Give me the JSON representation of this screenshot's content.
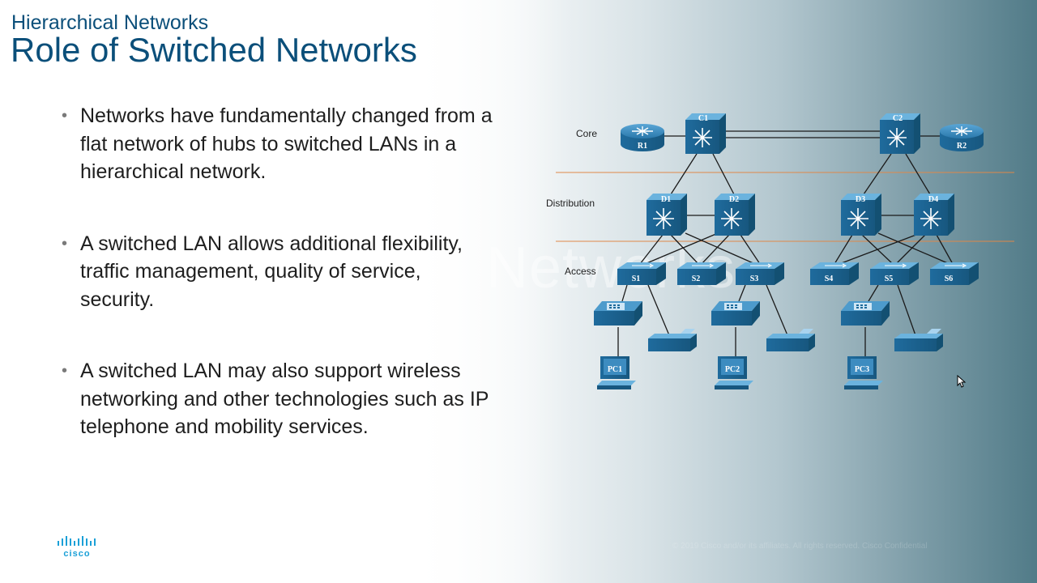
{
  "header": {
    "subtitle": "Hierarchical Networks",
    "title": "Role of Switched Networks"
  },
  "bullets": [
    "Networks have fundamentally changed from a flat network of hubs to switched LANs in a hierarchical network.",
    "A switched LAN allows additional flexibility, traffic management, quality of service, security.",
    "A switched LAN may also support wireless networking and other technologies such as IP telephone and mobility services."
  ],
  "diagram": {
    "layers": {
      "core": "Core",
      "distribution": "Distribution",
      "access": "Access"
    },
    "routers": [
      "R1",
      "R2"
    ],
    "core_switches": [
      "C1",
      "C2"
    ],
    "distribution_switches": [
      "D1",
      "D2",
      "D3",
      "D4"
    ],
    "access_switches": [
      "S1",
      "S2",
      "S3",
      "S4",
      "S5",
      "S6"
    ],
    "pcs": [
      "PC1",
      "PC2",
      "PC3"
    ]
  },
  "watermark": "Networks",
  "footer": "© 2019 Cisco and/or its affiliates. All rights reserved. Cisco Confidential",
  "logo": "cisco",
  "colors": {
    "title": "#0b4f7a",
    "device": "#1d6a9a",
    "device_light": "#4d9bcc",
    "layer_line": "#e0894a"
  }
}
